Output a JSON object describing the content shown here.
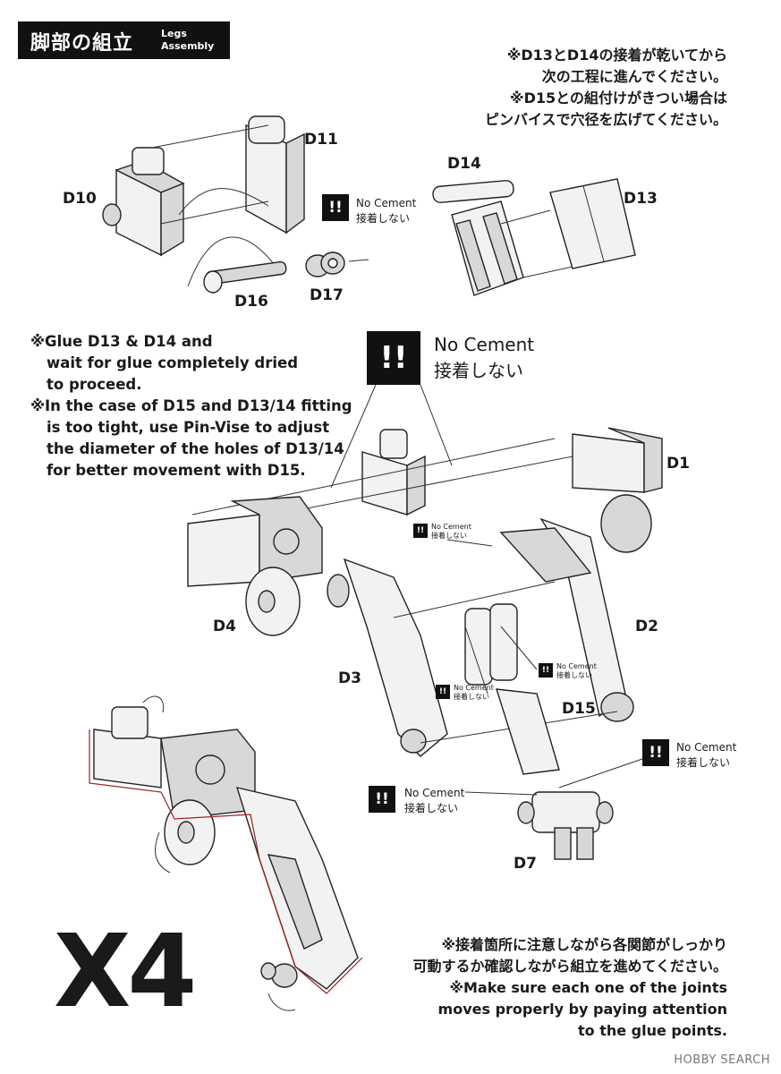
{
  "header": {
    "title_jp": "脚部の組立",
    "title_en_1": "Legs",
    "title_en_2": "Assembly"
  },
  "note_top_right": [
    "※D13とD14の接着が乾いてから",
    "次の工程に進んでください。",
    "※D15との組付けがきつい場合は",
    "ピンバイスで穴径を広げてください。"
  ],
  "note_left": [
    "※Glue D13 & D14 and",
    "wait for glue completely dried",
    "to proceed.",
    "※In the case of D15 and D13/14 fitting",
    "is too tight, use Pin-Vise to adjust",
    "the diameter of the holes of D13/14",
    "for better movement with D15."
  ],
  "note_bottom": [
    "※接着箇所に注意しながら各関節がしっかり",
    "可動するか確認しながら組立を進めてください。",
    "※Make sure each one of the joints",
    "moves properly by paying attention",
    "to the glue points."
  ],
  "warning": {
    "icon": "!!",
    "en": "No Cement",
    "jp": "接着しない"
  },
  "parts": {
    "d1": "D1",
    "d2": "D2",
    "d3": "D3",
    "d4": "D4",
    "d7": "D7",
    "d10": "D10",
    "d11": "D11",
    "d13": "D13",
    "d14": "D14",
    "d15": "D15",
    "d16": "D16",
    "d17": "D17"
  },
  "quantity": "X4",
  "watermark": "HOBBY SEARCH"
}
